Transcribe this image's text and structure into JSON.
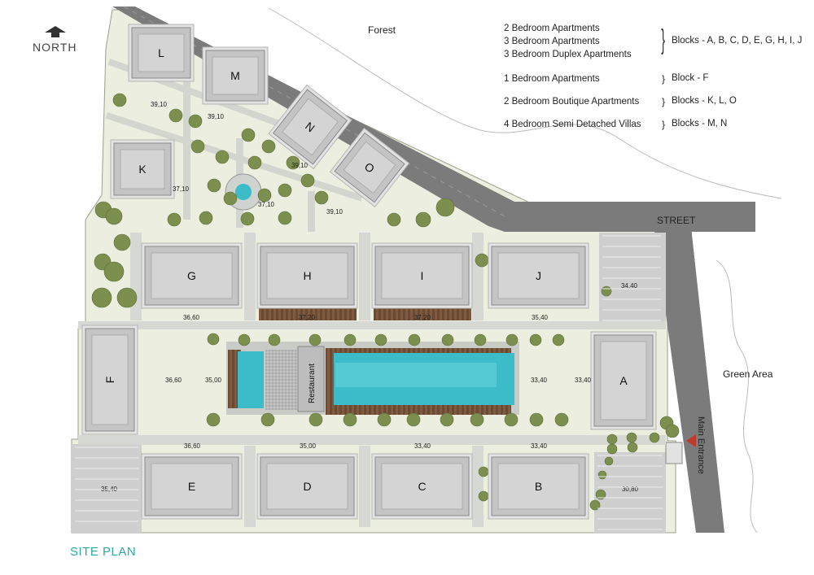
{
  "north_label": "NORTH",
  "site_title": "SITE PLAN",
  "labels": {
    "forest": "Forest",
    "street": "STREET",
    "green_area": "Green Area",
    "main_entrance": "Main Entrance",
    "restaurant": "Restaurant"
  },
  "legend": [
    {
      "types": [
        "2 Bedroom Apartments",
        "3 Bedroom Apartments",
        "3 Bedroom Duplex Apartments"
      ],
      "blocks": "Blocks - A, B, C, D, E, G, H, I, J"
    },
    {
      "types": [
        "1 Bedroom Apartments"
      ],
      "blocks": "Block - F"
    },
    {
      "types": [
        "2 Bedroom Boutique Apartments"
      ],
      "blocks": "Blocks - K, L, O"
    },
    {
      "types": [
        "4 Bedroom Semi Detached Villas"
      ],
      "blocks": "Blocks - M, N"
    }
  ],
  "blocks": {
    "L": "L",
    "M": "M",
    "N": "N",
    "O": "O",
    "K": "K",
    "G": "G",
    "H": "H",
    "I": "I",
    "J": "J",
    "F": "F",
    "A": "A",
    "E": "E",
    "D": "D",
    "C": "C",
    "B": "B"
  },
  "dimensions": {
    "l_m_left": "39,10",
    "l_m_right": "39,10",
    "k_right": "37,10",
    "n_bottom": "39,10",
    "fountain": "37,10",
    "o_left": "39,10",
    "gh": "36,60",
    "hi": "37,20",
    "ij": "37,20",
    "j_right": "35,40",
    "parking_ne": "34,40",
    "f_right": "36,60",
    "pool_left": "35,00",
    "pool_right": "33,40",
    "a_left": "33,40",
    "ed": "36,60",
    "dc": "35,00",
    "cb": "33,40",
    "b_top_right": "33,40",
    "parking_w": "35,40",
    "parking_se": "30,80"
  },
  "colors": {
    "ground": "#ecefdf",
    "road": "#7b7b7b",
    "path": "#cfd2cf",
    "building": "#c4c4c4",
    "pool": "#3bbcc8",
    "tree": "#7c8f4e",
    "accent": "#2fa7a8",
    "entrance_arrow": "#c0392b"
  }
}
